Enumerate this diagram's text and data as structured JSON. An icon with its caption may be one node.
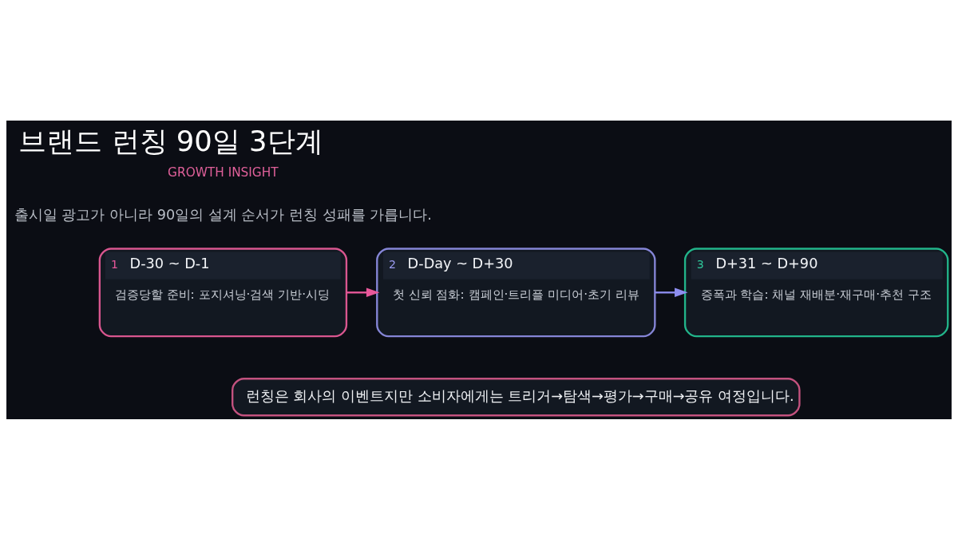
{
  "diagram": {
    "title": "브랜드 런칭 90일 3단계",
    "nodes": [
      {
        "text": [
          "1",
          "D-30 ~ D-1",
          "검증당할 준비: 포지셔닝·검색 기반·시딩"
        ]
      },
      {
        "text": [
          "2",
          "D-Day ~ D+30",
          "첫 신뢰 점화: 캠페인·트리플 미디어·초기 리뷰"
        ]
      },
      {
        "text": [
          "3",
          "D+31 ~ D+90",
          "증폭과 학습: 채널 재배분·재구매·추천 구조"
        ]
      },
      {
        "text": [
          "런칭은 회사의 이벤트지만 소비자에게는 트리거→탐색→평가→구매→공유 여정입니다."
        ]
      }
    ],
    "edges": [
      {
        "from": 0,
        "to": 1,
        "arrow": "to",
        "color": "#e8589a"
      },
      {
        "from": 1,
        "to": 2,
        "arrow": "to",
        "color": "#8e8ef0"
      }
    ],
    "labels": [
      "GROWTH INSIGHT",
      "출시일 광고가 아니라 90일의 설계 순서가 런칭 성패를 가릅니다."
    ]
  }
}
